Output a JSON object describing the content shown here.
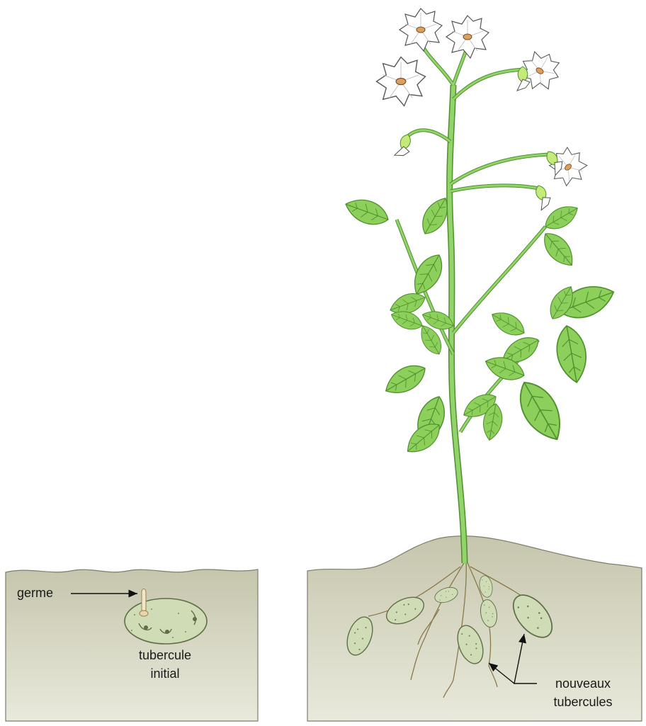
{
  "labels": {
    "germ": "germe",
    "initial_tuber_line1": "tubercule",
    "initial_tuber_line2": "initial",
    "new_tubers_line1": "nouveaux",
    "new_tubers_line2": "tubercules"
  },
  "colors": {
    "soil_fill": "#cdcdb6",
    "soil_edge": "#7d7d6c",
    "tuber_fill": "#cfdcb6",
    "tuber_edge": "#5f6e48",
    "leaf_fill": "#8ccf5a",
    "leaf_edge": "#4e8f2e",
    "stem": "#92d36a",
    "flower_petal": "#ffffff",
    "flower_center": "#d9b27a",
    "sepal": "#c5ea7a",
    "root": "#8a7a4a"
  }
}
